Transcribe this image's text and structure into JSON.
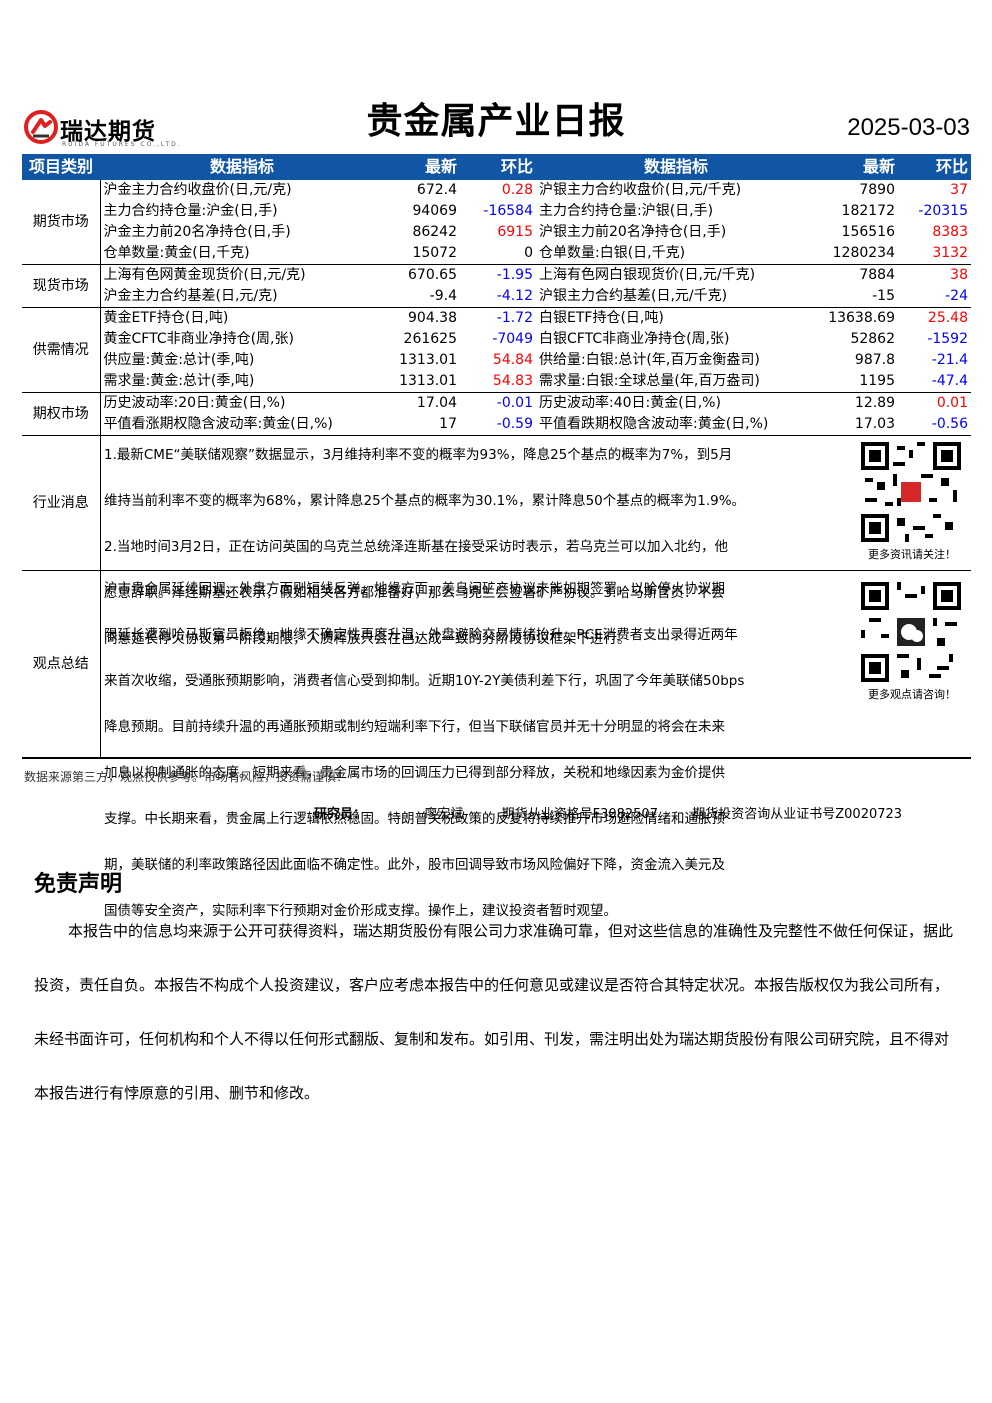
{
  "header": {
    "logo_name": "瑞达期货",
    "logo_sub": "RUIDA FUTURES CO.,LTD.",
    "title": "贵金属产业日报",
    "date": "2025-03-03"
  },
  "table": {
    "headers": {
      "category": "项目类别",
      "indicator": "数据指标",
      "latest": "最新",
      "change": "环比",
      "indicator2": "数据指标",
      "latest2": "最新",
      "change2": "环比"
    },
    "groups": [
      {
        "category": "期货市场",
        "rows": [
          {
            "l_name": "沪金主力合约收盘价(日,元/克)",
            "l_val": "672.4",
            "l_chg": "0.28",
            "l_color": "red",
            "r_name": "沪银主力合约收盘价(日,元/千克)",
            "r_val": "7890",
            "r_chg": "37",
            "r_color": "red"
          },
          {
            "l_name": "主力合约持仓量:沪金(日,手)",
            "l_val": "94069",
            "l_chg": "-16584",
            "l_color": "blue",
            "r_name": "主力合约持仓量:沪银(日,手)",
            "r_val": "182172",
            "r_chg": "-20315",
            "r_color": "blue"
          },
          {
            "l_name": "沪金主力前20名净持仓(日,手)",
            "l_val": "86242",
            "l_chg": "6915",
            "l_color": "red",
            "r_name": "沪银主力前20名净持仓(日,手)",
            "r_val": "156516",
            "r_chg": "8383",
            "r_color": "red"
          },
          {
            "l_name": "仓单数量:黄金(日,千克)",
            "l_val": "15072",
            "l_chg": "0",
            "l_color": "black",
            "r_name": "仓单数量:白银(日,千克)",
            "r_val": "1280234",
            "r_chg": "3132",
            "r_color": "red"
          }
        ]
      },
      {
        "category": "现货市场",
        "rows": [
          {
            "l_name": "上海有色网黄金现货价(日,元/克)",
            "l_val": "670.65",
            "l_chg": "-1.95",
            "l_color": "blue",
            "r_name": "上海有色网白银现货价(日,元/千克)",
            "r_val": "7884",
            "r_chg": "38",
            "r_color": "red"
          },
          {
            "l_name": "沪金主力合约基差(日,元/克)",
            "l_val": "-9.4",
            "l_chg": "-4.12",
            "l_color": "blue",
            "r_name": "沪银主力合约基差(日,元/千克)",
            "r_val": "-15",
            "r_chg": "-24",
            "r_color": "blue"
          }
        ]
      },
      {
        "category": "供需情况",
        "rows": [
          {
            "l_name": "黄金ETF持仓(日,吨)",
            "l_val": "904.38",
            "l_chg": "-1.72",
            "l_color": "blue",
            "r_name": "白银ETF持仓(日,吨)",
            "r_val": "13638.69",
            "r_chg": "25.48",
            "r_color": "red"
          },
          {
            "l_name": "黄金CFTC非商业净持仓(周,张)",
            "l_val": "261625",
            "l_chg": "-7049",
            "l_color": "blue",
            "r_name": "白银CFTC非商业净持仓(周,张)",
            "r_val": "52862",
            "r_chg": "-1592",
            "r_color": "blue"
          },
          {
            "l_name": "供应量:黄金:总计(季,吨)",
            "l_val": "1313.01",
            "l_chg": "54.84",
            "l_color": "red",
            "r_name": "供给量:白银:总计(年,百万金衡盎司)",
            "r_val": "987.8",
            "r_chg": "-21.4",
            "r_color": "blue"
          },
          {
            "l_name": "需求量:黄金:总计(季,吨)",
            "l_val": "1313.01",
            "l_chg": "54.83",
            "l_color": "red",
            "r_name": "需求量:白银:全球总量(年,百万盎司)",
            "r_val": "1195",
            "r_chg": "-47.4",
            "r_color": "blue"
          }
        ]
      },
      {
        "category": "期权市场",
        "rows": [
          {
            "l_name": "历史波动率:20日:黄金(日,%)",
            "l_val": "17.04",
            "l_chg": "-0.01",
            "l_color": "blue",
            "r_name": "历史波动率:40日:黄金(日,%)",
            "r_val": "12.89",
            "r_chg": "0.01",
            "r_color": "red"
          },
          {
            "l_name": "平值看涨期权隐含波动率:黄金(日,%)",
            "l_val": "17",
            "l_chg": "-0.59",
            "l_color": "blue",
            "r_name": "平值看跌期权隐含波动率:黄金(日,%)",
            "r_val": "17.03",
            "r_chg": "-0.56",
            "r_color": "blue"
          }
        ]
      }
    ],
    "news_label": "行业消息",
    "view_label": "观点总结"
  },
  "news": {
    "p1": "1.最新CME“美联储观察”数据显示，3月维持利率不变的概率为93%，降息25个基点的概率为7%，到5月",
    "p2": "维持当前利率不变的概率为68%，累计降息25个基点的概率为30.1%，累计降息50个基点的概率为1.9%。",
    "p3": "2.当地时间3月2日，正在访问英国的乌克兰总统泽连斯基在接受采访时表示，若乌克兰可以加入北约，他",
    "p4": "愿意辞职。泽连斯基还表示，假如相关各方都准备好，那么乌克兰会签署矿产协议。3.哈马斯官员：不会",
    "p5": "同意延长停火协议第一阶段期限，人质释放只会在已达成一致的分阶段协议框架下进行。"
  },
  "view": {
    "p1": "沪市贵金属延续回调。外盘方面则短线反弹。地缘方面，美乌间矿产协议未能如期签署，以哈停火协议期",
    "p2": "限延长遭到哈马斯官员拒绝，地缘不确定性再度升温，外盘避险交易情绪抬升。PCE消费者支出录得近两年",
    "p3": "来首次收缩，受通胀预期影响，消费者信心受到抑制。近期10Y-2Y美债利差下行，巩固了今年美联储50bps",
    "p4": "降息预期。目前持续升温的再通胀预期或制约短端利率下行，但当下联储官员并无十分明显的将会在未来",
    "p5": "加息以抑制通胀的态度。短期来看，贵金属市场的回调压力已得到部分释放，关税和地缘因素为金价提供",
    "p6": "支撑。中长期来看，贵金属上行逻辑依然稳固。特朗普关税政策的反复将持续推升市场避险情绪和通胀预",
    "p7": "期，美联储的利率政策路径因此面临不确定性。此外，股市回调导致市场风险偏好下降，资金流入美元及",
    "p8": "国债等安全资产，实际利率下行预期对金价形成支撑。操作上，建议投资者暂时观望。"
  },
  "qr": {
    "cap1": "更多资讯请关注！",
    "cap2": "更多观点请咨询！"
  },
  "footer": {
    "source": "数据来源第三方，观点仅供参考。市场有风险，投资需谨慎！",
    "analyst_label": "研究员：",
    "analyst_name": "廖宏斌",
    "license1": "期货从业资格号F3082507",
    "license2": "期货投资咨询从业证书号Z0020723"
  },
  "disclaimer": {
    "title": "免责声明",
    "text": "本报告中的信息均来源于公开可获得资料，瑞达期货股份有限公司力求准确可靠，但对这些信息的准确性及完整性不做任何保证，据此投资，责任自负。本报告不构成个人投资建议，客户应考虑本报告中的任何意见或建议是否符合其特定状况。本报告版权仅为我公司所有，未经书面许可，任何机构和个人不得以任何形式翻版、复制和发布。如引用、刊发，需注明出处为瑞达期货股份有限公司研究院，且不得对本报告进行有悖原意的引用、删节和修改。"
  },
  "colors": {
    "header_bg": "#1155a5",
    "up": "#ff0000",
    "down": "#0000ff",
    "logo_red": "#e02020"
  }
}
